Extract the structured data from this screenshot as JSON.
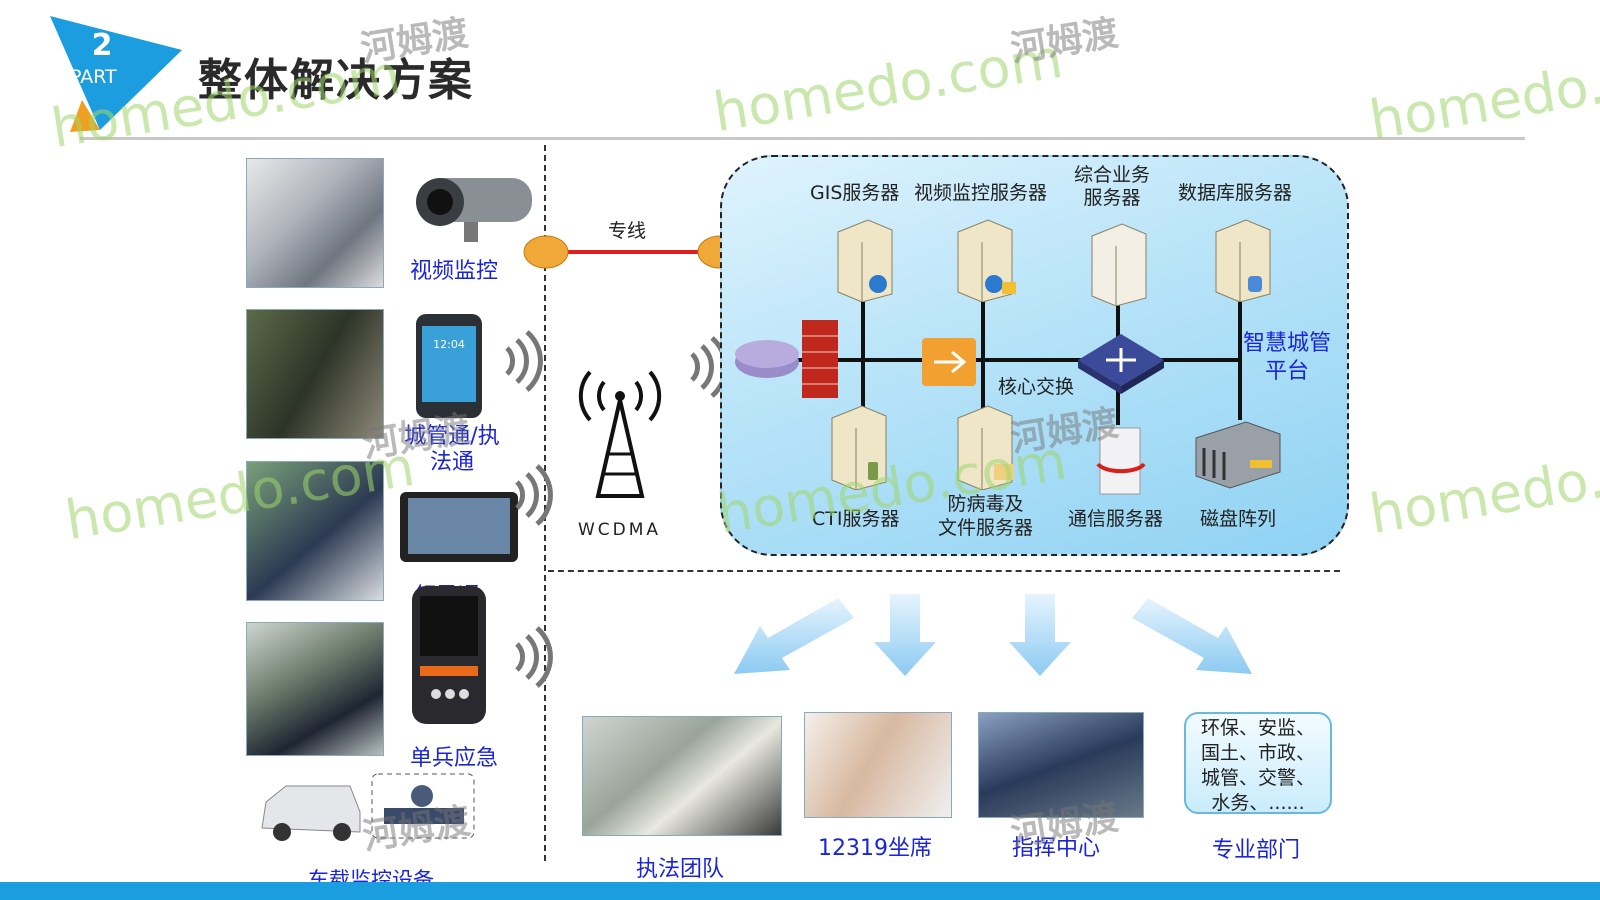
{
  "header": {
    "badge_number": "2",
    "badge_part": "PART",
    "title": "整体解决方案"
  },
  "left_devices": {
    "video_surveillance": "视频监控",
    "chengguan_app": "城管通/执\n法通",
    "leader_app": "领导通",
    "single_soldier": "单兵应急",
    "vehicle_monitor": "车载监控设备"
  },
  "network": {
    "dedicated_line": "专线",
    "wcdma": "WCDMA"
  },
  "platform": {
    "gis_server": "GIS服务器",
    "video_server": "视频监控服务器",
    "business_server": "综合业务\n服务器",
    "database_server": "数据库服务器",
    "core_switch": "核心交换",
    "platform_name": "智慧城管\n平台",
    "cti_server": "CTI服务器",
    "antivirus_server": "防病毒及\n文件服务器",
    "comm_server": "通信服务器",
    "disk_array": "磁盘阵列"
  },
  "outputs": {
    "enforcement_team": "执法团队",
    "hotline": "12319坐席",
    "command_center": "指挥中心",
    "departments_text": "环保、安监、\n国土、市政、\n城管、交警、\n水务、......",
    "departments": "专业部门"
  },
  "watermark": {
    "brand": "homedo.com",
    "brand_cn": "河姆渡"
  },
  "colors": {
    "accent_blue": "#1a9ee0",
    "label_blue": "#1a24d8",
    "line_red": "#e02020",
    "platform_bg": "#b7e3f8"
  }
}
